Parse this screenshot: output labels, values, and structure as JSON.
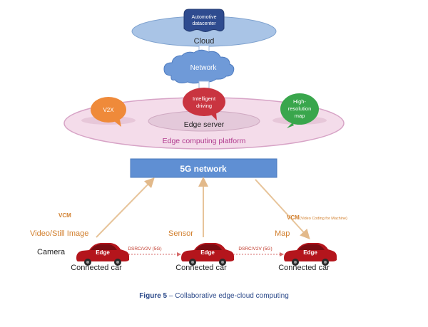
{
  "cloud": {
    "datacenter_label": [
      "Automotive",
      "datacenter"
    ],
    "label": "Cloud"
  },
  "network_cloud": {
    "label": "Network"
  },
  "edge_platform": {
    "v2x_label": "V2X",
    "intelligent_driving_label": [
      "Intelligent",
      "driving"
    ],
    "hd_map_label": [
      "High-",
      "resolution",
      "map"
    ],
    "edge_server_label": "Edge server",
    "platform_label": "Edge computing platform"
  },
  "fiveg_network": {
    "label": "5G network"
  },
  "annotations": {
    "vcm_left": "VCM",
    "vcm_right": "VCM",
    "vcm_right_note": "(Video Coding for Machine)",
    "video_still_image": "Video/Still Image",
    "sensor": "Sensor",
    "map": "Map",
    "camera": "Camera",
    "dsrc_left": "DSRC/V2V (5G)",
    "dsrc_right": "DSRC/V2V (5G)"
  },
  "cars": [
    {
      "badge": "Edge",
      "label": "Connected car"
    },
    {
      "badge": "Edge",
      "label": "Connected car"
    },
    {
      "badge": "Edge",
      "label": "Connected car"
    }
  ],
  "caption": {
    "figure": "Figure 5",
    "text": " – Collaborative edge-cloud computing"
  },
  "colors": {
    "cloud_fill": "#a9c4e6",
    "datacenter_fill": "#2e4b8f",
    "network_fill": "#6f9ad8",
    "platform_fill": "#f4dcea",
    "platform_stroke": "#d7a3c6",
    "edge_server_fill": "#e4c9da",
    "v2x_fill": "#ef8a3a",
    "intelligent_fill": "#c93440",
    "hd_map_fill": "#39a64c",
    "fiveg_fill": "#5f8fd3",
    "arrow": "#e7c49a",
    "car_fill": "#b4151c",
    "orange_text": "#d2802f",
    "caption_text": "#2c4a8a"
  }
}
